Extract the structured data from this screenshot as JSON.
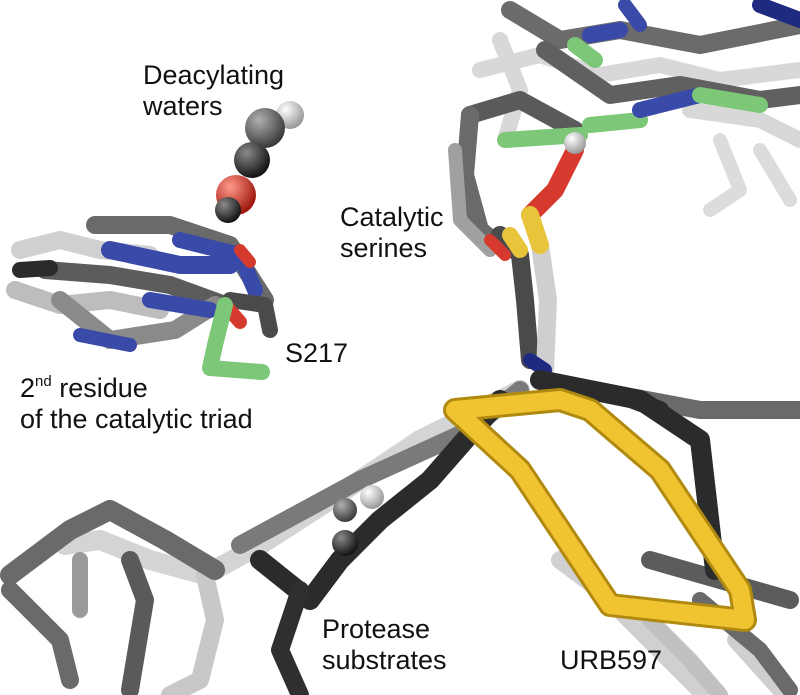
{
  "labels": {
    "deacylating_waters": "Deacylating\nwaters",
    "catalytic_serines": "Catalytic\nserines",
    "s217": "S217",
    "triad_superscript_base": "2",
    "triad_superscript": "nd",
    "triad_line1_rest": " residue",
    "triad_line2": "of the catalytic triad",
    "protease_substrates": "Protease\nsubstrates",
    "urb597": "URB597"
  },
  "colors": {
    "background": "#ffffff",
    "stick_dark": "#2b2b2b",
    "stick_mid": "#6a6a6a",
    "stick_light": "#d4d4d4",
    "carbon_green": "#7cc878",
    "nitrogen_blue": "#3a4aa8",
    "oxygen_red": "#d63a2e",
    "sulfur_yellow": "#e8c43a",
    "urb597_gold": "#f0c431",
    "text": "#111111"
  }
}
